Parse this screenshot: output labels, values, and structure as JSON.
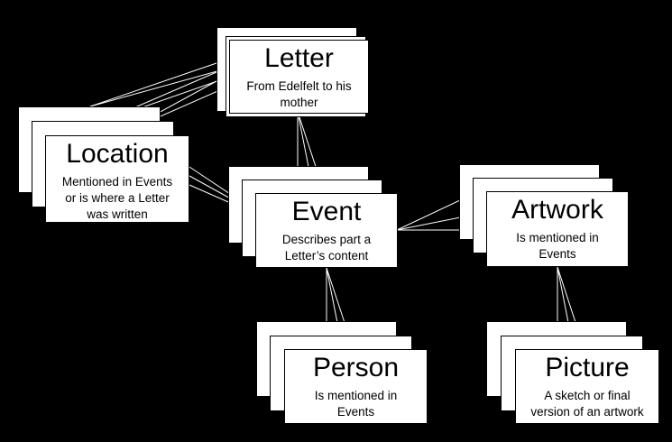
{
  "diagram": {
    "nodes": [
      {
        "id": "letter",
        "title": "Letter",
        "description": "From  Edelfelt to his\nmother"
      },
      {
        "id": "location",
        "title": "Location",
        "description": "Mentioned  in Events\nor is where a Letter\nwas written"
      },
      {
        "id": "event",
        "title": "Event",
        "description": "Describes part a\nLetter’s content"
      },
      {
        "id": "artwork",
        "title": "Artwork",
        "description": "Is mentioned  in\nEvents"
      },
      {
        "id": "person",
        "title": "Person",
        "description": "Is mentioned  in\nEvents"
      },
      {
        "id": "picture",
        "title": "Picture",
        "description": "A sketch or final\nversion of an artwork"
      }
    ],
    "edges": [
      {
        "from": "letter",
        "to": "location"
      },
      {
        "from": "letter",
        "to": "event"
      },
      {
        "from": "location",
        "to": "event"
      },
      {
        "from": "event",
        "to": "artwork"
      },
      {
        "from": "event",
        "to": "person"
      },
      {
        "from": "artwork",
        "to": "picture"
      }
    ]
  },
  "colors": {
    "background": "#000000",
    "card": "#ffffff",
    "line": "#ffffff"
  }
}
